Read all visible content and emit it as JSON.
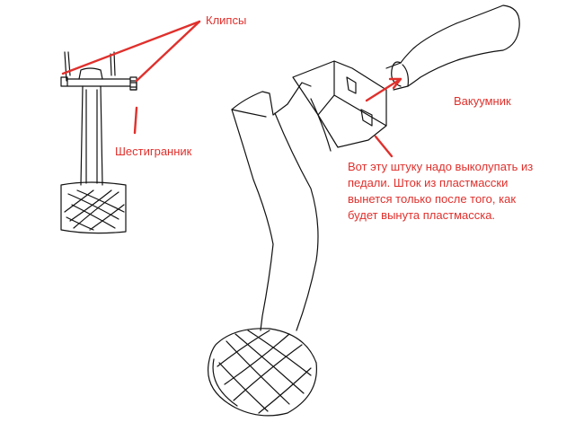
{
  "labels": {
    "clips": "Клипсы",
    "hex": "Шестигранник",
    "vacuum": "Вакуумник",
    "note_lines": [
      "Вот эту штуку надо выколупать из",
      "педали. Шток из пластмасски",
      "вынется только после того, как",
      "будет вынута пластмасска."
    ]
  },
  "colors": {
    "annotation": "#e0302c",
    "ink": "#111111",
    "background": "#ffffff"
  }
}
